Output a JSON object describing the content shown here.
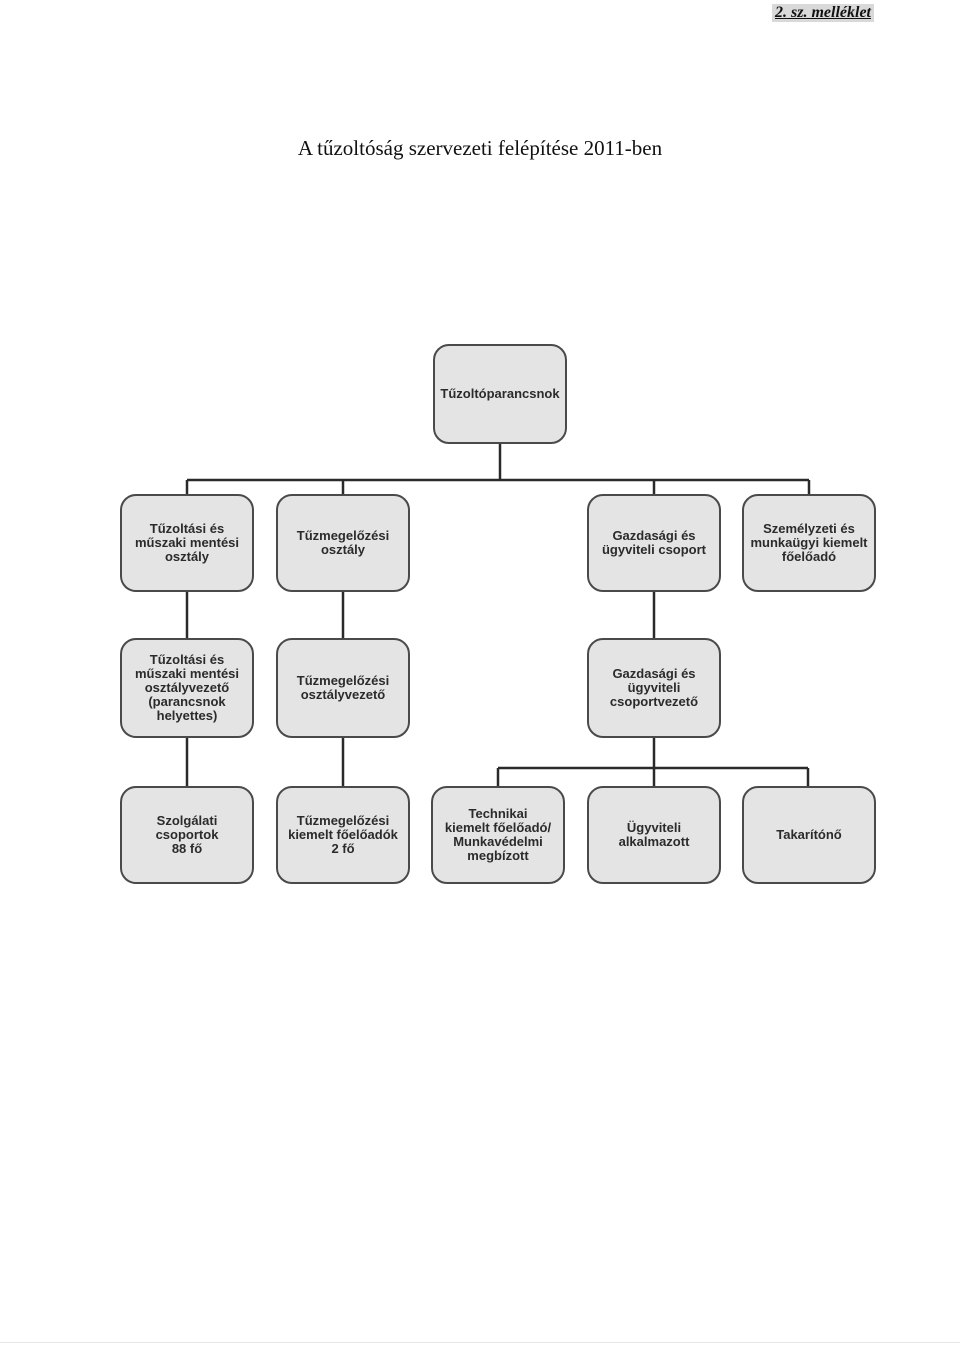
{
  "annex_label": "2. sz. melléklet",
  "title": "A tűzoltóság szervezeti felépítése 2011-ben",
  "nodes": {
    "commander": "Tűzoltóparancsnok",
    "firefighting_dept": "Tűzoltási és\nműszaki mentési\nosztály",
    "fire_prevention_dept": "Tűzmegelőzési\nosztály",
    "finance_group": "Gazdasági és\nügyviteli csoport",
    "hr_advisor": "Személyzeti és\nmunkaügyi kiemelt\nfőelőadó",
    "firefighting_head": "Tűzoltási és\nműszaki mentési\nosztályvezető\n(parancsnok\nhelyettes)",
    "fire_prevention_head": "Tűzmegelőzési\nosztályvezető",
    "finance_head": "Gazdasági és\nügyviteli\ncsoportvezető",
    "service_groups": "Szolgálati csoportok\n88 fő",
    "prevention_advisors": "Tűzmegelőzési\nkiemelt főelőadók\n2 fő",
    "technical_advisor": "Technikai\nkiemelt főelőadó/\nMunkavédelmi\nmegbízott",
    "admin_staff": "Ügyviteli alkalmazott",
    "cleaner": "Takarítónő"
  }
}
